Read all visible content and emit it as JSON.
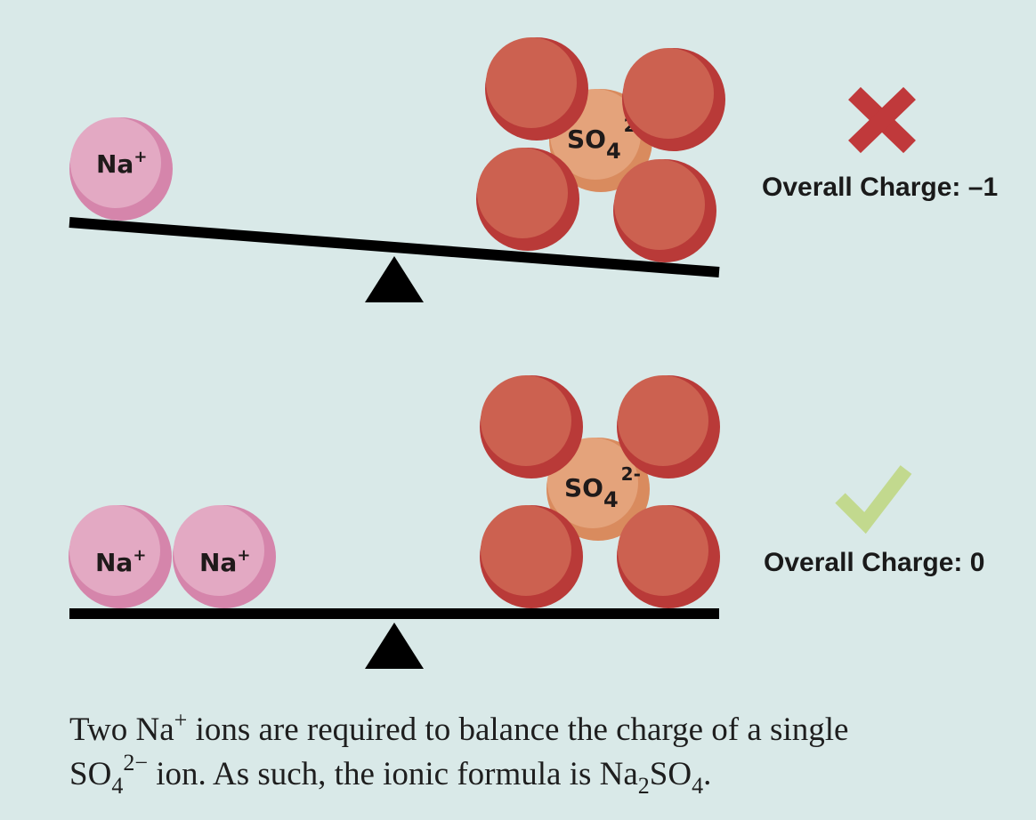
{
  "colors": {
    "background": "#d9e9e8",
    "oxygen": "#cc6150",
    "oxygen_shade": "#b93a38",
    "sodium": "#e3a9c3",
    "sodium_shade": "#d585ab",
    "sulfate": "#e4a37b",
    "sulfate_shade": "#d98b5e",
    "cross": "#c0393b",
    "check": "#c2d98e"
  },
  "ions": {
    "na": "Na",
    "na_charge": "+",
    "so": "SO",
    "so_sub": "4",
    "so_charge": "2-"
  },
  "top": {
    "label": "Overall Charge: –1",
    "status_icon": "cross-icon"
  },
  "bottom": {
    "label": "Overall Charge: 0",
    "status_icon": "check-icon"
  },
  "caption": {
    "l1a": "Two Na",
    "l1sup": "+",
    "l1b": " ions are required to balance the charge of a single",
    "l2a": "SO",
    "l2sub": "4",
    "l2sup": "2−",
    "l2b": " ion. As such, the ionic formula is Na",
    "l2sub2": "2",
    "l2c": "SO",
    "l2sub3": "4",
    "l2d": "."
  }
}
